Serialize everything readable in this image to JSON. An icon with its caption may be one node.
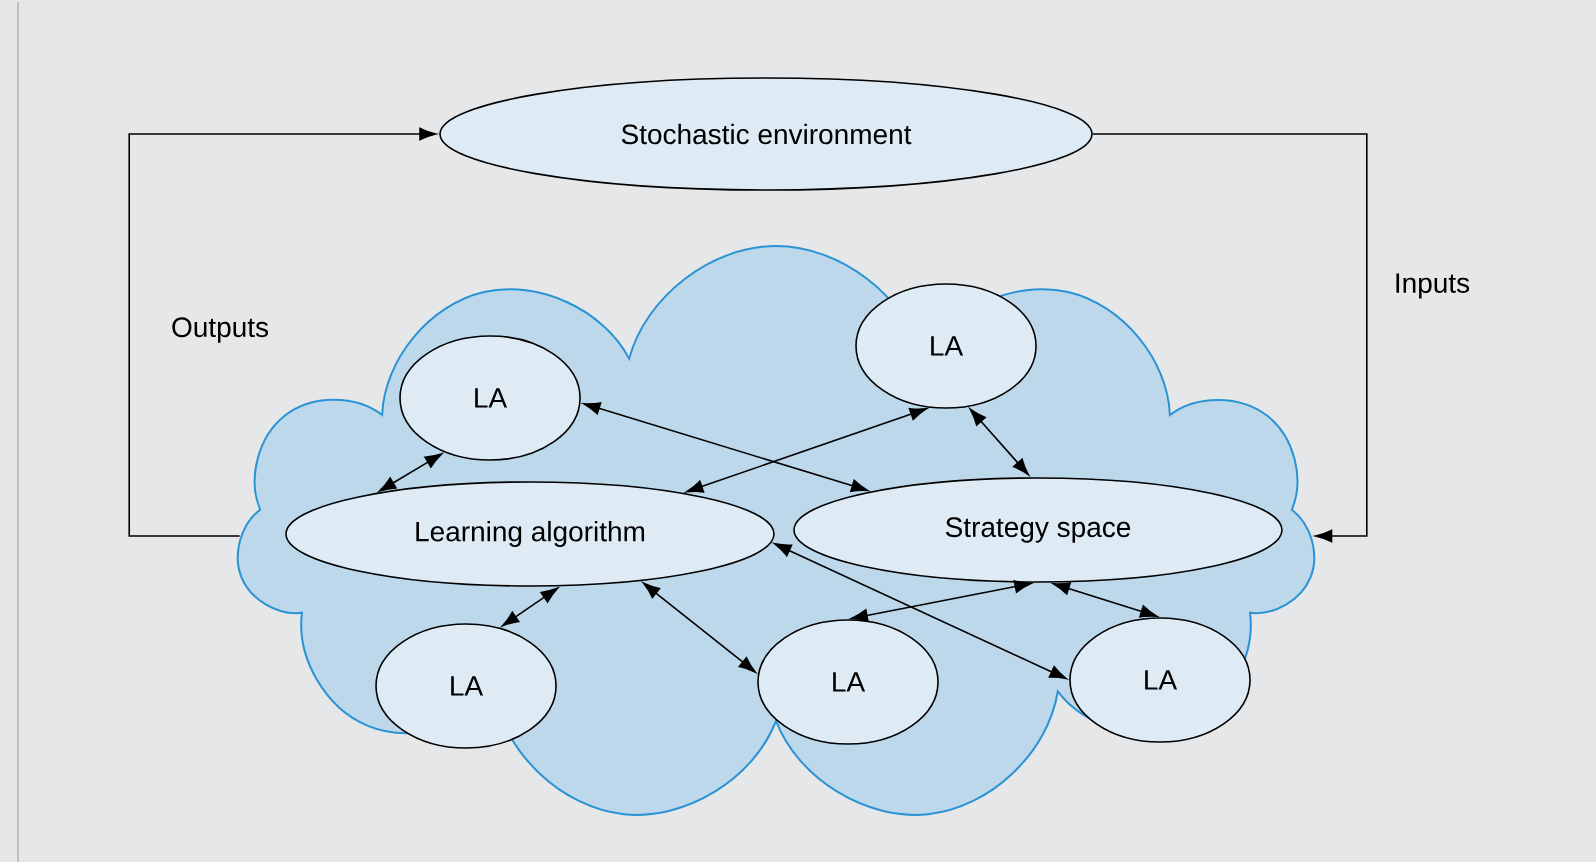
{
  "diagram": {
    "nodes": [
      {
        "text": [
          "Stochastic environment"
        ]
      },
      {
        "text": [],
        "shape": "cloud"
      },
      {
        "text": [
          "LA"
        ],
        "in": 1
      },
      {
        "text": [
          "LA"
        ],
        "in": 1
      },
      {
        "text": [
          "Learning algorithm"
        ],
        "in": 1
      },
      {
        "text": [
          "Strategy space"
        ],
        "in": 1
      },
      {
        "text": [
          "LA"
        ],
        "in": 1
      },
      {
        "text": [
          "LA"
        ],
        "in": 1
      },
      {
        "text": [
          "LA"
        ],
        "in": 1
      }
    ],
    "edges": [
      {
        "from": 1,
        "to": 0,
        "arrow": "to",
        "label": "Outputs"
      },
      {
        "from": 0,
        "to": 1,
        "arrow": "to",
        "label": "Inputs"
      },
      {
        "from": 3,
        "to": 4,
        "arrow": "both"
      },
      {
        "from": 3,
        "to": 5,
        "arrow": "both"
      },
      {
        "from": 2,
        "to": 4,
        "arrow": "both"
      },
      {
        "from": 2,
        "to": 5,
        "arrow": "both"
      },
      {
        "from": 6,
        "to": 4,
        "arrow": "both"
      },
      {
        "from": 4,
        "to": 7,
        "arrow": "both"
      },
      {
        "from": 4,
        "to": 8,
        "arrow": "both"
      },
      {
        "from": 5,
        "to": 7,
        "arrow": "both"
      },
      {
        "from": 5,
        "to": 8,
        "arrow": "both"
      }
    ]
  }
}
